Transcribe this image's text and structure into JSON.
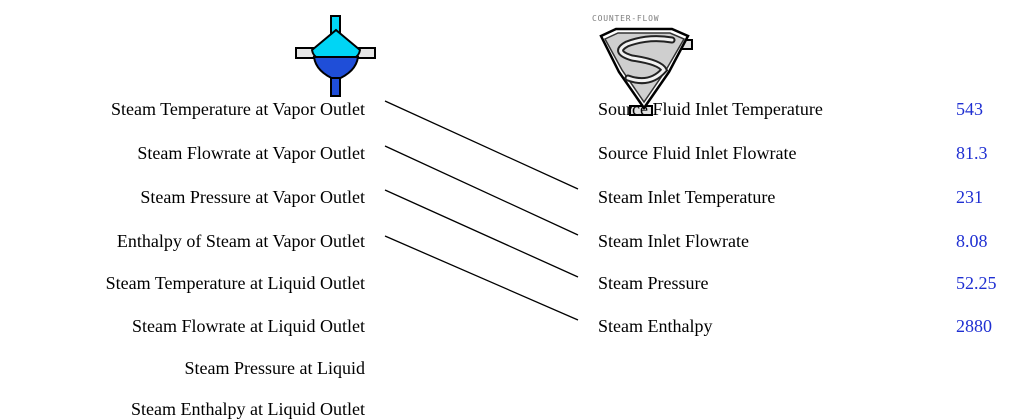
{
  "separator_icon": {
    "name": "flash-separator-icon",
    "color": "#00d5f5"
  },
  "heat_exchanger": {
    "caption": "COUNTER-FLOW",
    "icon": "superman-shield-icon"
  },
  "left_outputs": [
    "Steam Temperature at Vapor Outlet",
    "Steam Flowrate at Vapor Outlet",
    "Steam Pressure at Vapor Outlet",
    "Enthalpy of Steam at Vapor Outlet",
    "Steam Temperature at Liquid Outlet",
    "Steam Flowrate at Liquid Outlet",
    "Steam Pressure at Liquid",
    "Steam Enthalpy at Liquid Outlet"
  ],
  "right_inputs": [
    {
      "label": "Source Fluid Inlet Temperature",
      "value": "543"
    },
    {
      "label": "Source Fluid Inlet Flowrate",
      "value": "81.3"
    },
    {
      "label": "Steam Inlet Temperature",
      "value": "231"
    },
    {
      "label": "Steam Inlet Flowrate",
      "value": "8.08"
    },
    {
      "label": "Steam Pressure",
      "value": "52.25"
    },
    {
      "label": "Steam Enthalpy",
      "value": "2880"
    }
  ],
  "value_color": "#1f2fd2"
}
